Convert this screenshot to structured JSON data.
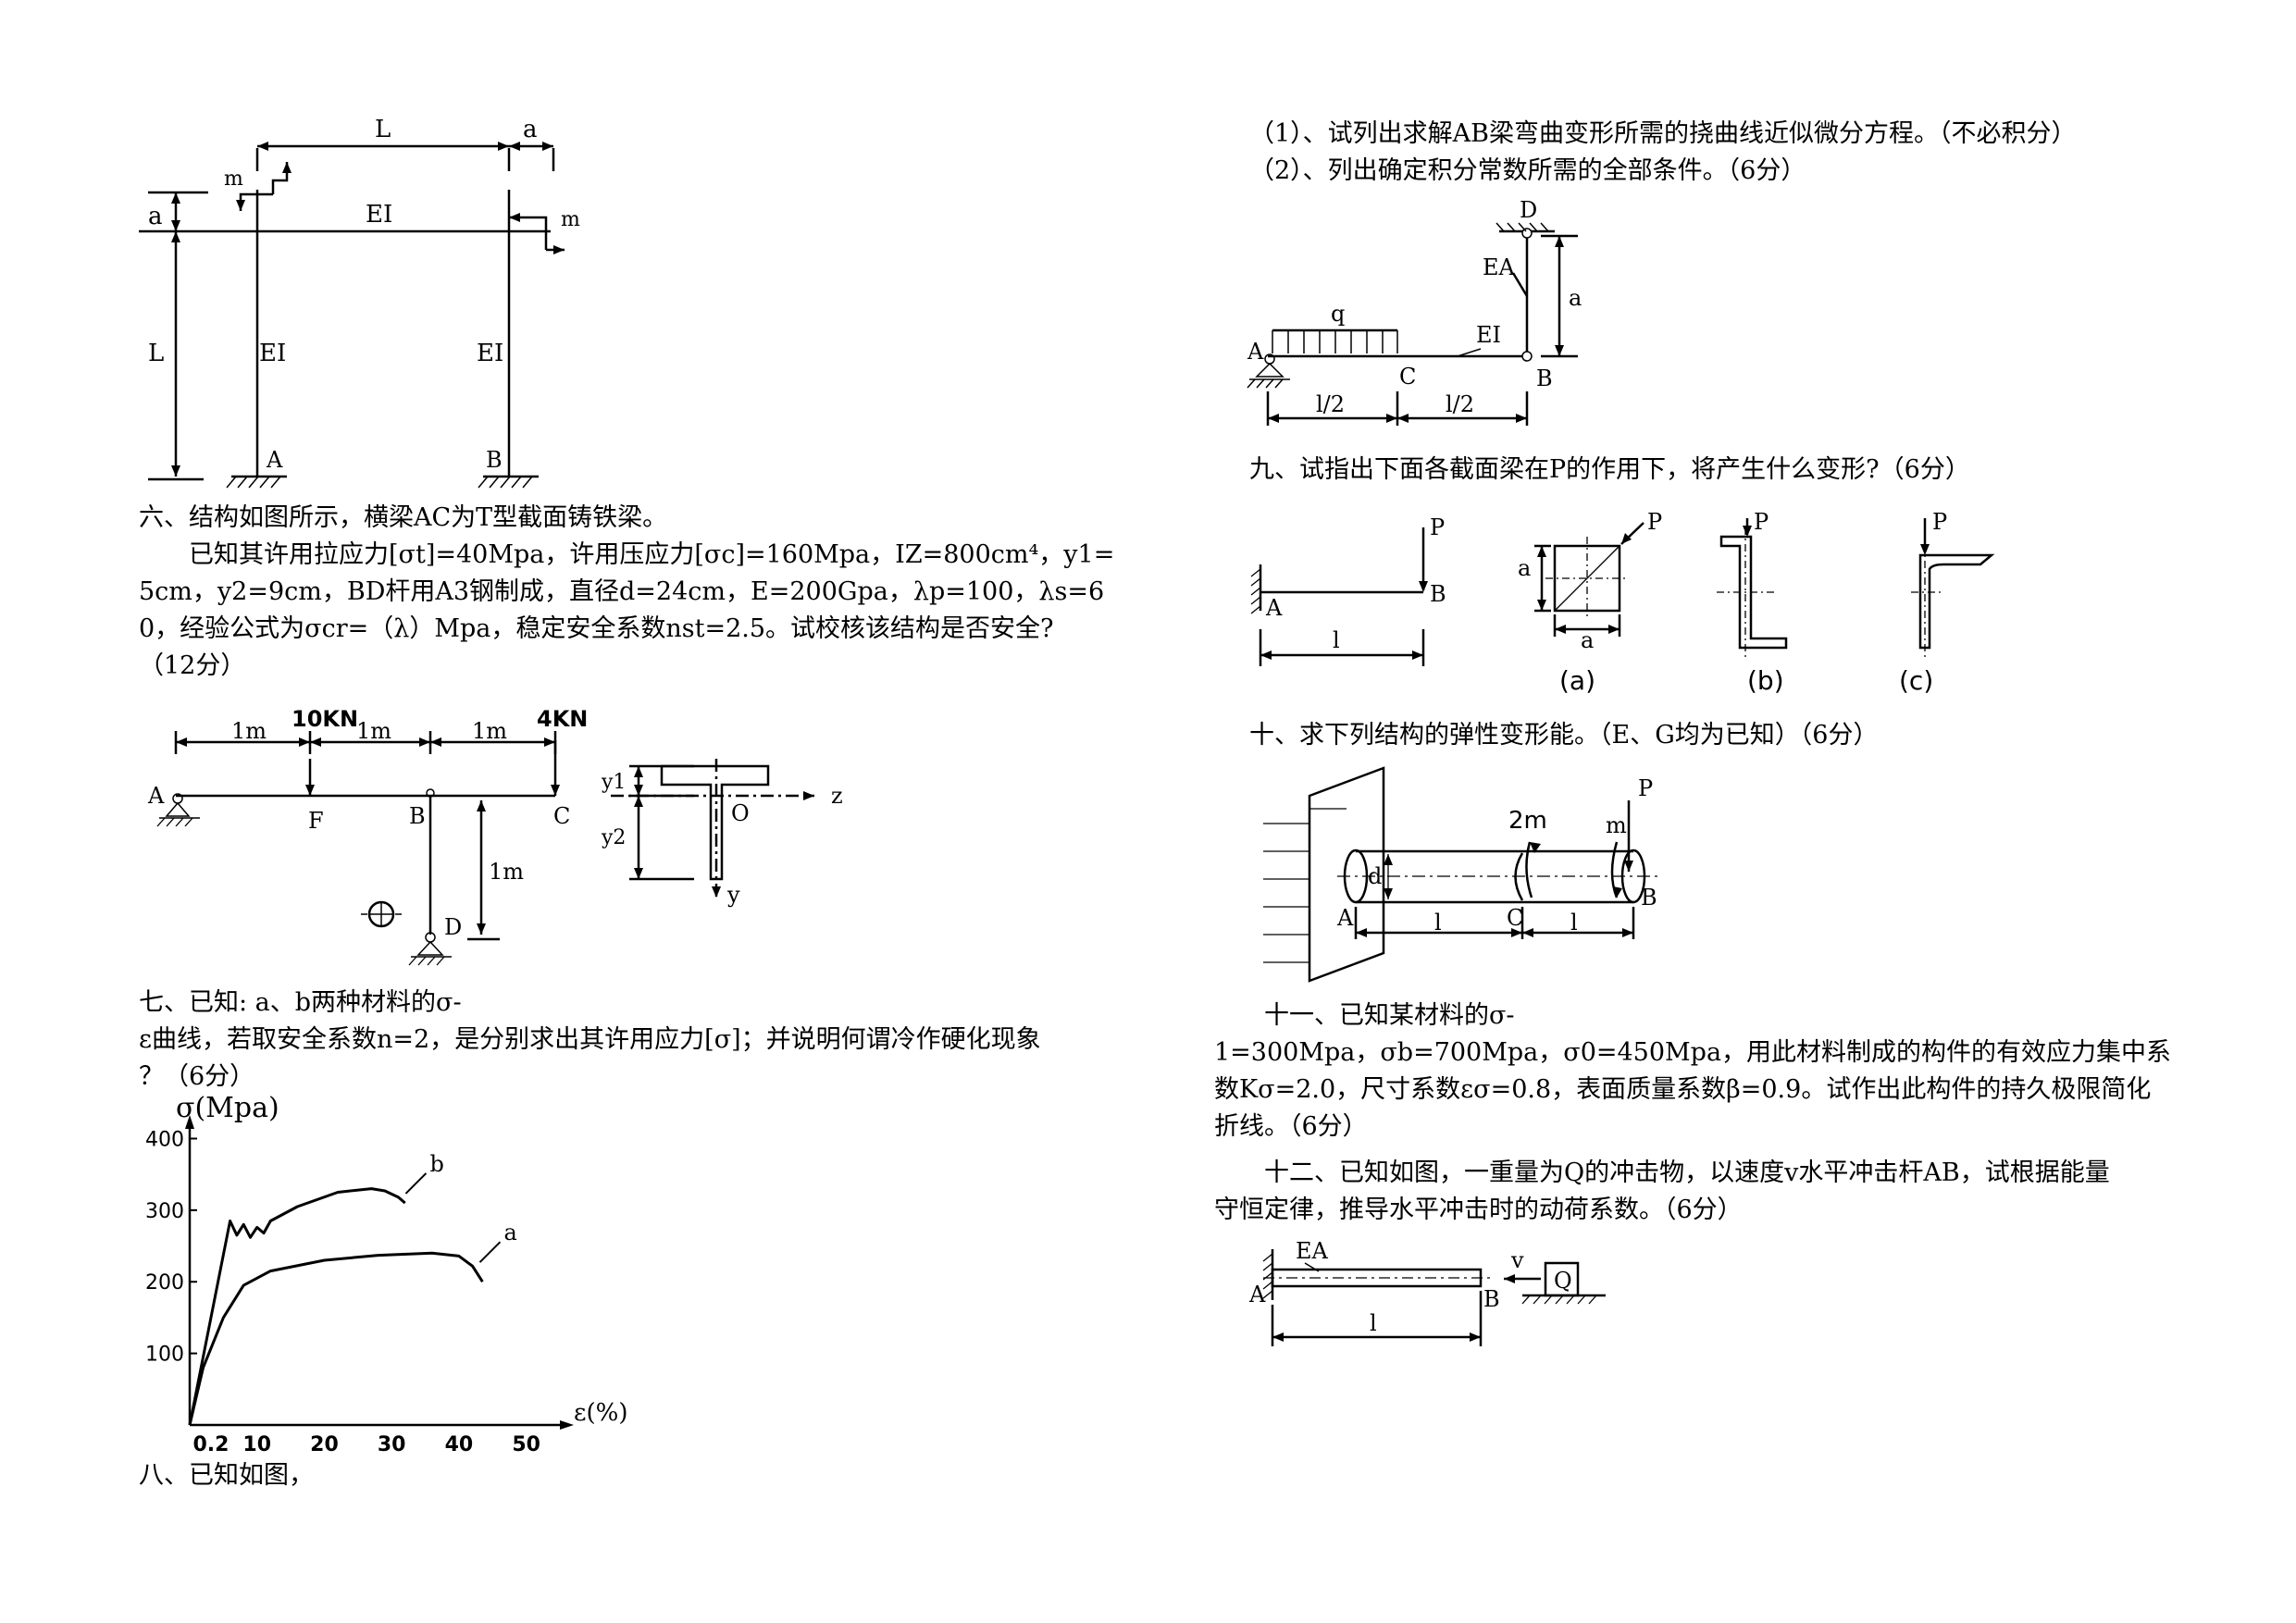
{
  "left_column": {
    "fig_frame": {
      "L_top": "L",
      "a_top": "a",
      "a_left": "a",
      "m_left": "m",
      "m_right": "m",
      "EI_beam": "EI",
      "L_left": "L",
      "EI_col1": "EI",
      "EI_col2": "EI",
      "A": "A",
      "B": "B"
    },
    "q6_lines": [
      "六、结构如图所示，横梁AC为T型截面铸铁梁。",
      "　　已知其许用拉应力[σt]=40Mpa，许用压应力[σc]=160Mpa，IZ=800cm⁴，y1=",
      "5cm，y2=9cm，BD杆用A3钢制成，直径d=24cm，E=200Gpa，λp=100，λs=6",
      "0，经验公式为σcr=（λ）Mpa，稳定安全系数nst=2.5。试校核该结构是否安全?",
      "（12分）"
    ],
    "fig_beam": {
      "load1": "10KN",
      "load2": "4KN",
      "d1": "1m",
      "d2": "1m",
      "d3": "1m",
      "A": "A",
      "F": "F",
      "B": "B",
      "C": "C",
      "D": "D",
      "dBD": "1m",
      "y1": "y1",
      "y2": "y2",
      "z": "z",
      "O": "O",
      "y": "y"
    },
    "q7_lines": [
      "七、已知: a、b两种材料的σ-",
      "ε曲线，若取安全系数n=2，是分别求出其许用应力[σ]；并说明何谓冷作硬化现象",
      "？（6分）"
    ],
    "q8_line": "八、已知如图，"
  },
  "chart_data": {
    "type": "line",
    "title": "",
    "xlabel": "ε(%)",
    "ylabel": "σ(Mpa)",
    "x_ticks": [
      "0.2",
      "10",
      "20",
      "30",
      "40",
      "50"
    ],
    "y_ticks": [
      "100",
      "200",
      "300",
      "400"
    ],
    "xlim": [
      0,
      55
    ],
    "ylim": [
      0,
      420
    ],
    "series": [
      {
        "name": "a",
        "x": [
          0,
          2,
          5,
          8,
          12,
          20,
          28,
          36,
          40,
          42,
          43.5
        ],
        "y": [
          0,
          80,
          150,
          195,
          215,
          230,
          237,
          240,
          236,
          222,
          200
        ]
      },
      {
        "name": "b",
        "x": [
          0,
          6,
          7,
          8,
          9,
          10,
          11,
          12,
          16,
          22,
          27,
          29,
          31,
          32
        ],
        "y": [
          0,
          285,
          265,
          280,
          262,
          276,
          268,
          285,
          305,
          325,
          330,
          327,
          318,
          310
        ]
      }
    ]
  },
  "right_column": {
    "q8_lines": [
      "（1）、试列出求解AB梁弯曲变形所需的挠曲线近似微分方程。（不必积分）",
      "（2）、列出确定积分常数所需的全部条件。（6分）"
    ],
    "fig_q8": {
      "D": "D",
      "EA": "EA",
      "a": "a",
      "q": "q",
      "EI": "EI",
      "A": "A",
      "C": "C",
      "B": "B",
      "half1": "l/2",
      "half2": "l/2"
    },
    "q9_line": "九、试指出下面各截面梁在P的作用下，将产生什么变形?（6分）",
    "fig_q9": {
      "P": "P",
      "A": "A",
      "B": "B",
      "l": "l",
      "a": "a",
      "cap_a": "(a)",
      "cap_b": "(b)",
      "cap_c": "(c)"
    },
    "q10_line": "十、求下列结构的弹性变形能。（E、G均为已知）（6分）",
    "fig_q10": {
      "P": "P",
      "moment2": "2m",
      "moment1": "m",
      "d": "d",
      "A": "A",
      "C": "C",
      "B": "B",
      "l1": "l",
      "l2": "l"
    },
    "q11_lines": [
      "　　十一、已知某材料的σ-",
      "1=300Mpa，σb=700Mpa，σ0=450Mpa，用此材料制成的构件的有效应力集中系",
      "数Kσ=2.0，尺寸系数εσ=0.8，表面质量系数β=0.9。试作出此构件的持久极限简化",
      "折线。（6分）"
    ],
    "q12_lines": [
      "　　十二、已知如图，一重量为Q的冲击物，以速度v水平冲击杆AB，试根据能量",
      "守恒定律，推导水平冲击时的动荷系数。（6分）"
    ],
    "fig_q12": {
      "EA": "EA",
      "A": "A",
      "B": "B",
      "v": "v",
      "Q": "Q",
      "l": "l"
    }
  }
}
